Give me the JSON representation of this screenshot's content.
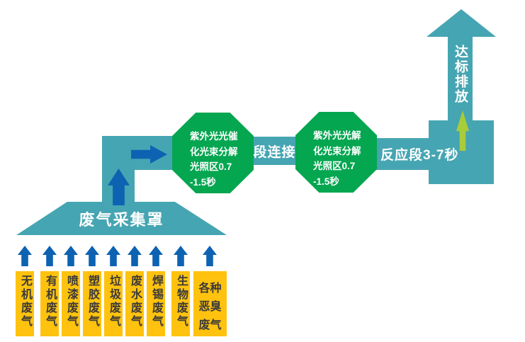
{
  "colors": {
    "teal": "#46A5B2",
    "green": "#04A650",
    "blue": "#0D63B2",
    "yellow": "#FFC20E",
    "lime": "#A8CC3A",
    "ink": "#3A3A3A",
    "white": "#FFFFFF"
  },
  "icons": {
    "intake_arrow": "blue-up-arrow",
    "pipe_flow_up": "blue-up-arrow",
    "pipe_flow_right": "blue-right-arrow",
    "stack_arrowhead": "teal-up-arrowhead",
    "inner_flow": "lime-up-arrow"
  },
  "intake": {
    "boxes": [
      "无机废气",
      "有机废气",
      "喷漆废气",
      "塑胶废气",
      "垃圾废气",
      "废水废气",
      "焊锡废气",
      "生物废气",
      "各种恶臭废气"
    ]
  },
  "hood": {
    "label": "废气采集罩"
  },
  "stage1": {
    "lines": [
      "紫外光光催",
      "化光束分解",
      "光照区0.7",
      "-1.5秒"
    ]
  },
  "connector1": {
    "label": "段连接"
  },
  "stage2": {
    "lines": [
      "紫外光光解",
      "化光束分解",
      "光照区0.7",
      "-1.5秒"
    ]
  },
  "connector2": {
    "label": "反应段3-7秒"
  },
  "exhaust": {
    "label": "达标排放"
  }
}
